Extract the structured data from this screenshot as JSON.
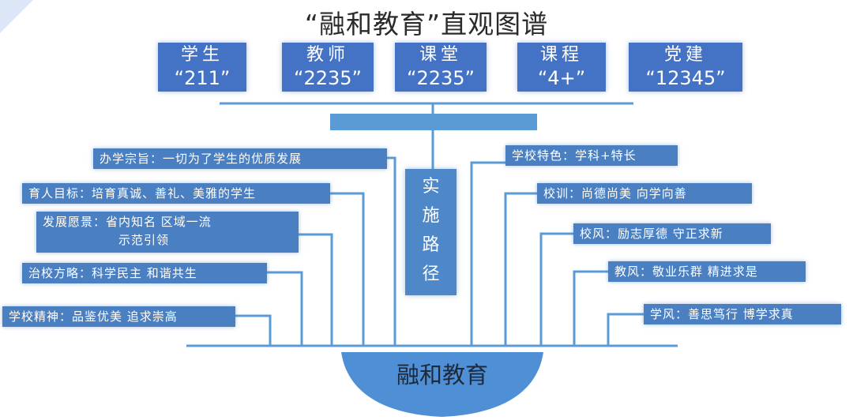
{
  "title": "“融和教育”直观图谱",
  "top_boxes": [
    {
      "line1": "学生",
      "line2": "“211”"
    },
    {
      "line1": "教师",
      "line2": "“2235”"
    },
    {
      "line1": "课堂",
      "line2": "“2235”"
    },
    {
      "line1": "课程",
      "line2": "“4+”"
    },
    {
      "line1": "党建",
      "line2": "“12345”"
    }
  ],
  "center_label": [
    "实",
    "施",
    "路",
    "径"
  ],
  "left_items": [
    {
      "text": "办学宗旨：一切为了学生的优质发展"
    },
    {
      "text": "育人目标：培育真诚、善礼、美雅的学生"
    },
    {
      "line1": "发展愿景：省内知名 区域一流",
      "line2": "示范引领"
    },
    {
      "text": "治校方略：科学民主 和谐共生"
    },
    {
      "text": "学校精神：品鉴优美 追求崇高"
    }
  ],
  "right_items": [
    {
      "text": "学校特色：学科+特长"
    },
    {
      "text": "校训：尚德尚美 向学向善"
    },
    {
      "text": "校风：励志厚德 守正求新"
    },
    {
      "text": "教风：敬业乐群 精进求是"
    },
    {
      "text": "学风：善思笃行 博学求真"
    }
  ],
  "base_label": "融和教育",
  "colors": {
    "box": "#4472c4",
    "line": "#5b9bd5",
    "bowl": "#4f8fd6"
  }
}
